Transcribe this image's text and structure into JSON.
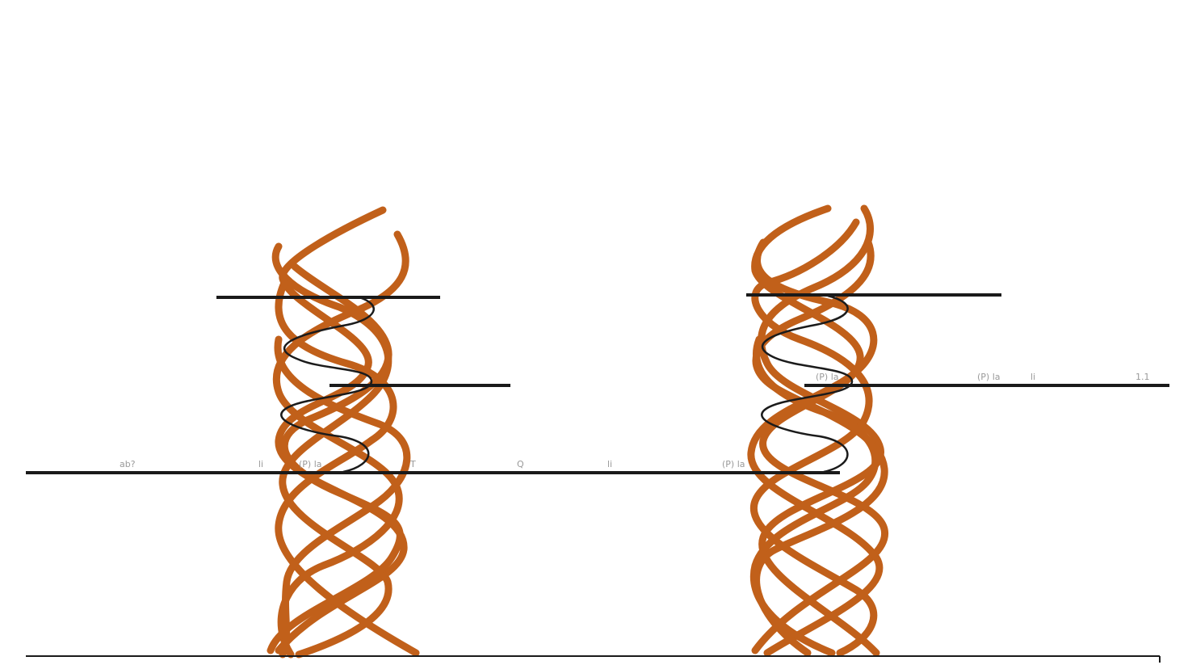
{
  "colors": {
    "rope": "#c1601a",
    "line": "#1a1a1a",
    "sine": "#1b1b1b",
    "label": "#9a9a9a",
    "background": "#ffffff"
  },
  "labels": {
    "l1": "ab?",
    "l2": "li",
    "l3": "(P) la",
    "l4": "T",
    "l5": "Q",
    "l6": "li",
    "l7": "(P) la",
    "l8": "(P) la",
    "l9": "(P) la",
    "l10": "li",
    "l11": "1.1"
  }
}
